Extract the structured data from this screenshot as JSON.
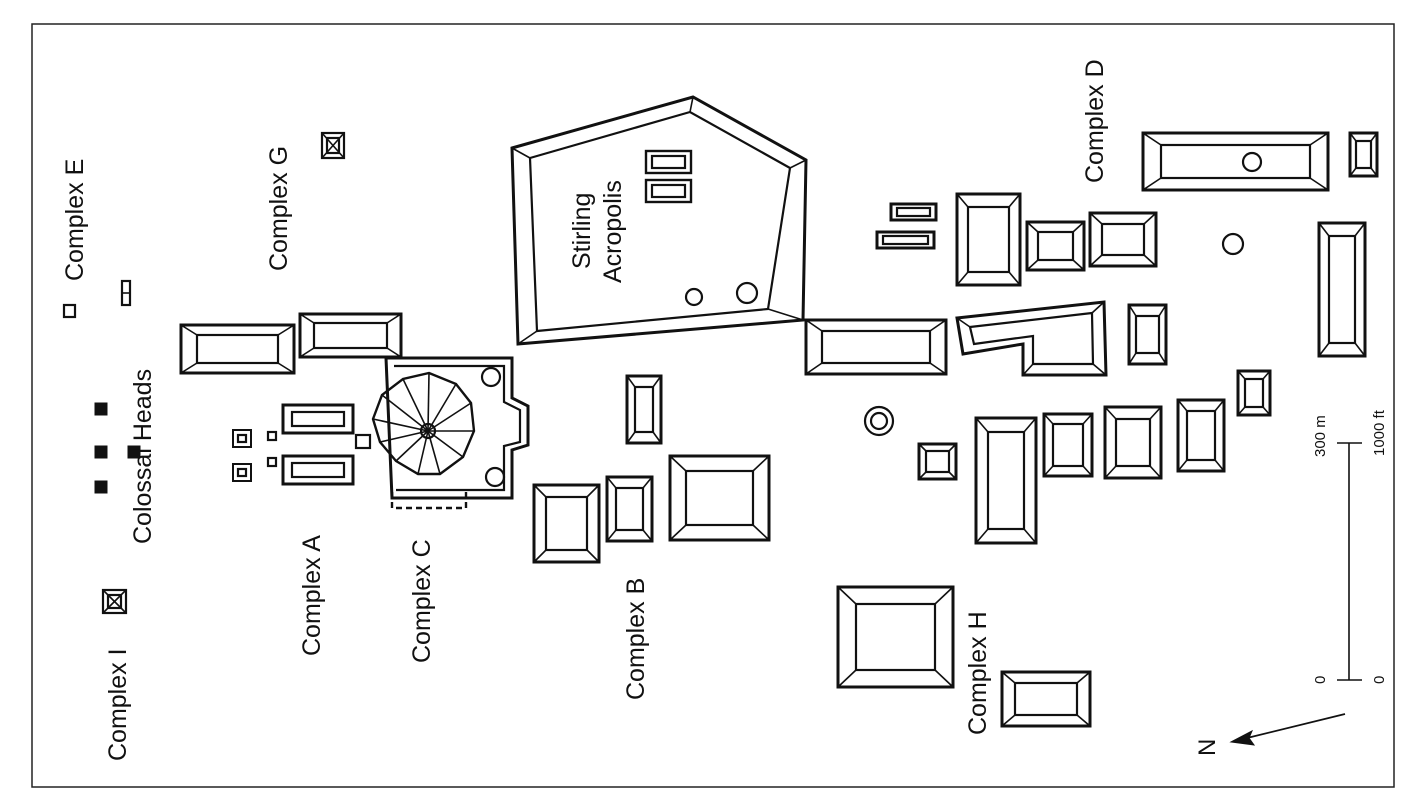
{
  "map": {
    "labels": {
      "complex_e": "Complex E",
      "complex_g": "Complex G",
      "complex_d": "Complex D",
      "stirling_acropolis_line1": "Stirling",
      "stirling_acropolis_line2": "Acropolis",
      "colossal_heads": "Colossal Heads",
      "complex_a": "Complex A",
      "complex_c": "Complex C",
      "complex_b": "Complex B",
      "complex_h": "Complex H",
      "complex_i": "Complex I"
    },
    "scale_bar": {
      "metric_max": "300 m",
      "metric_min": "0",
      "imperial_max": "1000 ft",
      "imperial_min": "0"
    },
    "north_arrow": {
      "label": "N"
    }
  }
}
